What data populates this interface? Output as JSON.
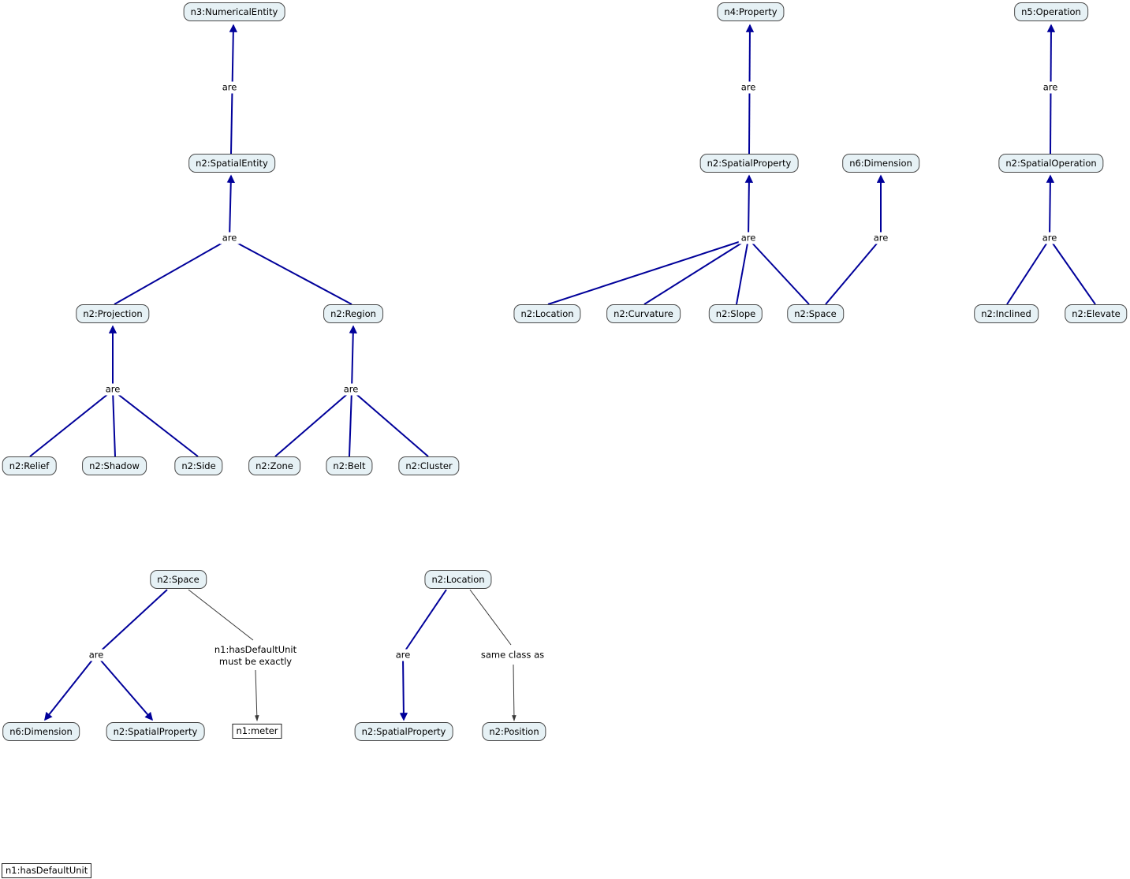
{
  "diagram": {
    "colors": {
      "background": "#ffffff",
      "node_fill": "#e6f1f5",
      "node_border": "#4a4a4a",
      "isa_edge": "#00009a",
      "slot_edge": "#3a3a3a"
    },
    "edge_labels": {
      "are": "are",
      "same_class_as": "same class as",
      "has_default_unit": "n1:hasDefaultUnit",
      "must_be_exactly": "must be exactly"
    },
    "tree1": {
      "numerical_entity": "n3:NumericalEntity",
      "spatial_entity": "n2:SpatialEntity",
      "projection": "n2:Projection",
      "region": "n2:Region",
      "relief": "n2:Relief",
      "shadow": "n2:Shadow",
      "side": "n2:Side",
      "zone": "n2:Zone",
      "belt": "n2:Belt",
      "cluster": "n2:Cluster"
    },
    "tree2": {
      "property": "n4:Property",
      "spatial_property": "n2:SpatialProperty",
      "dimension": "n6:Dimension",
      "location": "n2:Location",
      "curvature": "n2:Curvature",
      "slope": "n2:Slope",
      "space": "n2:Space"
    },
    "tree3": {
      "operation": "n5:Operation",
      "spatial_operation": "n2:SpatialOperation",
      "inclined": "n2:Inclined",
      "elevate": "n2:Elevate"
    },
    "tree4": {
      "space": "n2:Space",
      "dimension": "n6:Dimension",
      "spatial_property": "n2:SpatialProperty",
      "meter": "n1:meter"
    },
    "tree5": {
      "location": "n2:Location",
      "spatial_property": "n2:SpatialProperty",
      "position": "n2:Position"
    },
    "legend": {
      "has_default_unit": "n1:hasDefaultUnit"
    }
  }
}
